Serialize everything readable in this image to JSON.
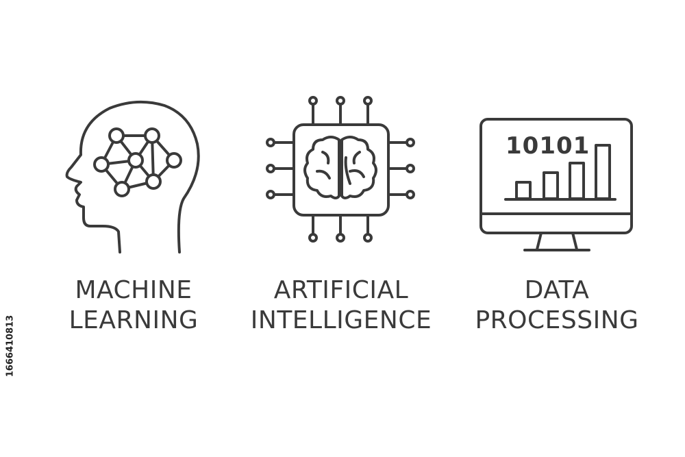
{
  "items": [
    {
      "icon": "head-network-icon",
      "line1": "MACHINE",
      "line2": "LEARNING"
    },
    {
      "icon": "brain-chip-icon",
      "line1": "ARTIFICIAL",
      "line2": "INTELLIGENCE"
    },
    {
      "icon": "monitor-chart-icon",
      "line1": "DATA",
      "line2": "PROCESSING",
      "screen_text": "10101"
    }
  ],
  "stock_id": "1666410813",
  "colors": {
    "stroke": "#3a3a3a",
    "background": "#ffffff"
  }
}
